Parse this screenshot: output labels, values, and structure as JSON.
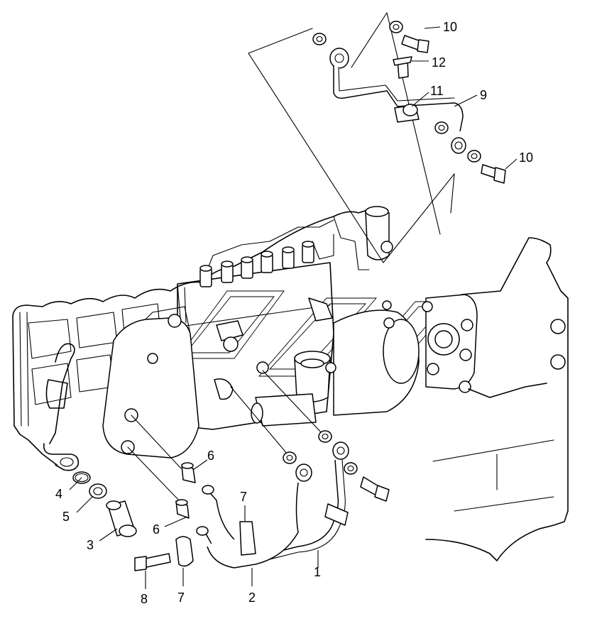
{
  "callouts": [
    {
      "id": "c1",
      "label": "1"
    },
    {
      "id": "c2",
      "label": "2"
    },
    {
      "id": "c3",
      "label": "3"
    },
    {
      "id": "c4",
      "label": "4"
    },
    {
      "id": "c5",
      "label": "5"
    },
    {
      "id": "c6a",
      "label": "6"
    },
    {
      "id": "c6b",
      "label": "6"
    },
    {
      "id": "c7a",
      "label": "7"
    },
    {
      "id": "c7b",
      "label": "7"
    },
    {
      "id": "c8",
      "label": "8"
    },
    {
      "id": "c9",
      "label": "9"
    },
    {
      "id": "c10a",
      "label": "10"
    },
    {
      "id": "c10b",
      "label": "10"
    },
    {
      "id": "c11",
      "label": "11"
    },
    {
      "id": "c12",
      "label": "12"
    }
  ]
}
